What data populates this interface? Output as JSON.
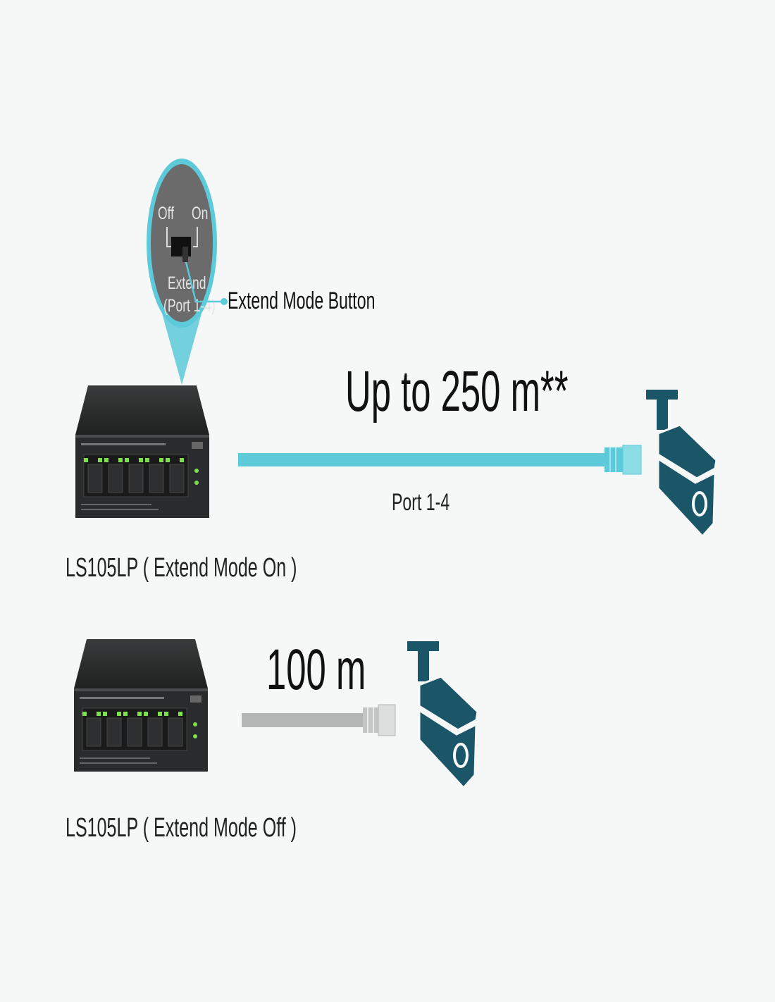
{
  "callout": {
    "switch_off": "Off",
    "switch_on": "On",
    "switch_name": "Extend",
    "switch_ports": "(Port 1-4)",
    "button_label": "Extend Mode Button"
  },
  "extend_on": {
    "distance": "Up to 250 m**",
    "port_label": "Port 1-4",
    "device_label": "LS105LP ( Extend Mode On )"
  },
  "extend_off": {
    "distance": "100 m",
    "device_label": "LS105LP ( Extend Mode Off )"
  },
  "colors": {
    "accent": "#5ccad8",
    "camera": "#1b5568",
    "cable_gray": "#b4b6b6",
    "switch_body": "#2b2c2d",
    "led": "#7ee04a"
  }
}
